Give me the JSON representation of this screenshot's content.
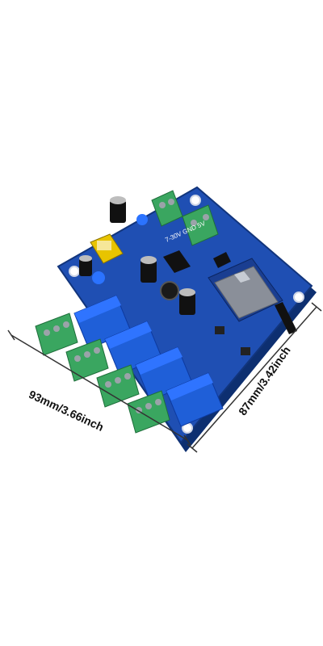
{
  "product": {
    "dimension_width_label": "93mm/3.66inch",
    "dimension_depth_label": "87mm/3.42inch",
    "power_label": "7-30V GND 5V"
  },
  "colors": {
    "pcb": "#1f4fb3",
    "relay": "#1f5fd8",
    "terminal": "#3aa660",
    "module": "#8a8f99",
    "line": "#333333"
  }
}
